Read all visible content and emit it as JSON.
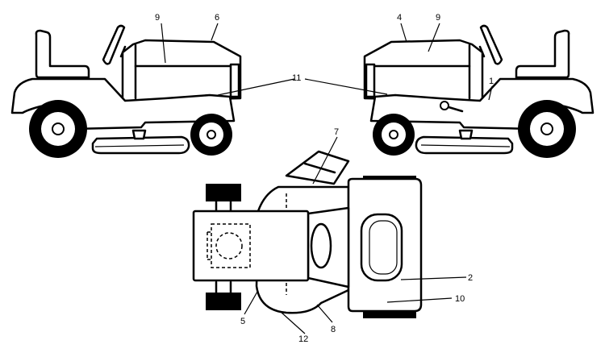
{
  "callouts": {
    "c1": "1",
    "c2": "2",
    "c4": "4",
    "c5": "5",
    "c6": "6",
    "c7": "7",
    "c8": "8",
    "c9a": "9",
    "c9b": "9",
    "c10": "10",
    "c11": "11",
    "c12": "12"
  }
}
